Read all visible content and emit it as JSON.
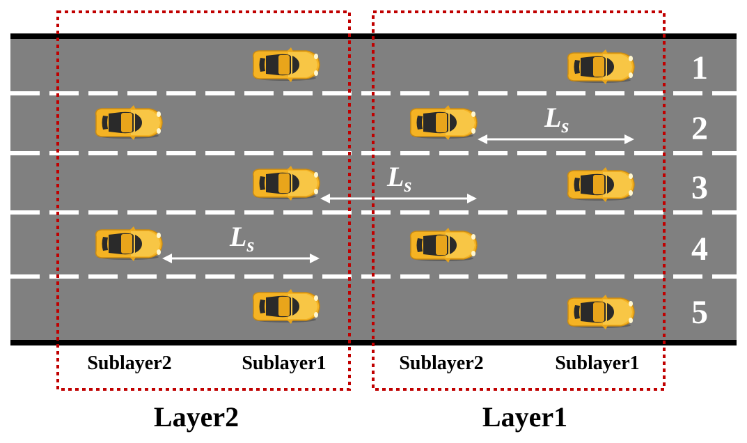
{
  "lanes": [
    "1",
    "2",
    "3",
    "4",
    "5"
  ],
  "layers": [
    {
      "label": "Layer2",
      "sublayers": [
        "Sublayer2",
        "Sublayer1"
      ]
    },
    {
      "label": "Layer1",
      "sublayers": [
        "Sublayer2",
        "Sublayer1"
      ]
    }
  ],
  "spacing": {
    "symbol": "L",
    "subscript": "s"
  },
  "colors": {
    "road": "#808080",
    "edge": "#000000",
    "lane_marking": "#ffffff",
    "layer_border": "#c00000",
    "car_body": "#f5b323",
    "car_glass": "#2a2a2a"
  }
}
